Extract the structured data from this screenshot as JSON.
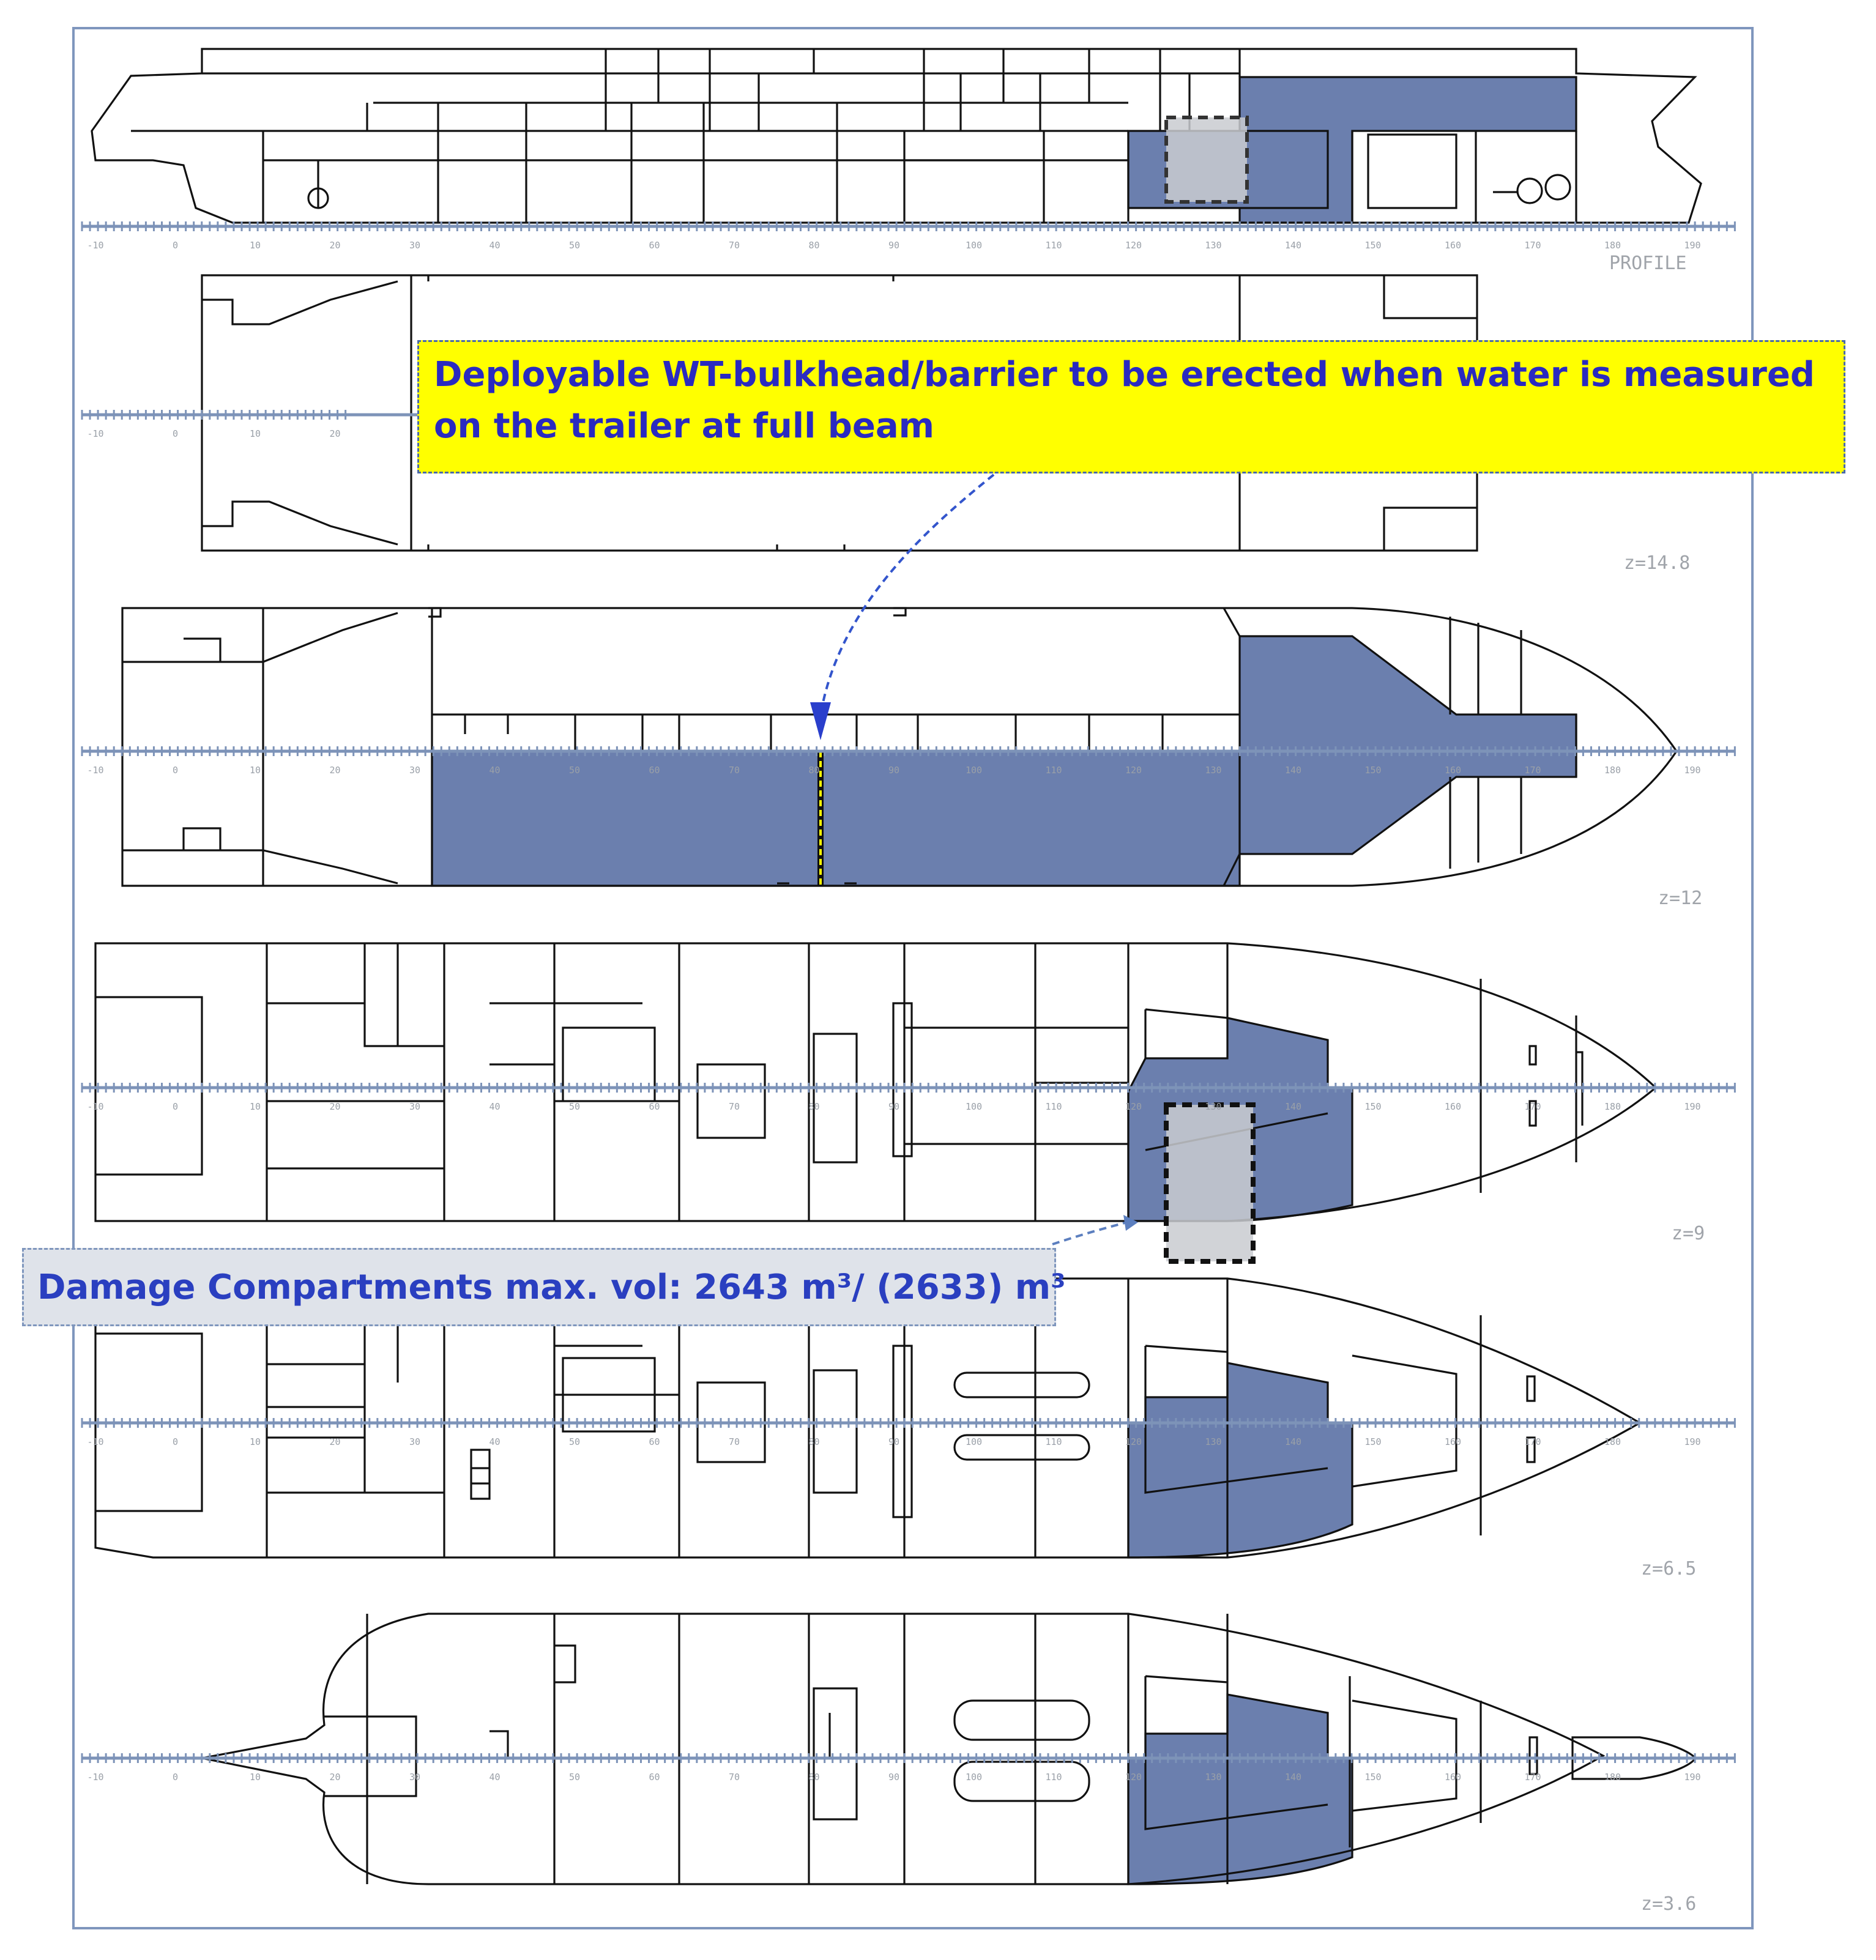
{
  "callouts": {
    "bulkhead_line1": "Deployable WT-bulkhead/barrier to be erected when water is measured",
    "bulkhead_line2": "on the trailer at full beam",
    "damage": "Damage Compartments max. vol: 2643 m³/ (2633) m³"
  },
  "views": [
    {
      "id": "profile",
      "label": "PROFILE"
    },
    {
      "id": "deck-14-8",
      "label": "z=14.8"
    },
    {
      "id": "deck-12",
      "label": "z=12"
    },
    {
      "id": "deck-9",
      "label": "z=9"
    },
    {
      "id": "deck-6-5",
      "label": "z=6.5"
    },
    {
      "id": "deck-3-6",
      "label": "z=3.6"
    }
  ],
  "frame_scale": [
    "-10",
    "0",
    "10",
    "20",
    "30",
    "40",
    "50",
    "60",
    "70",
    "80",
    "90",
    "100",
    "110",
    "120",
    "130",
    "140",
    "150",
    "160",
    "170",
    "180",
    "190"
  ],
  "colors": {
    "damage_compartment": "#6b7fae",
    "highlight_zone": "#c9cbd0",
    "callout_yellow": "#ffff00",
    "callout_text": "#2a2ac0",
    "scale": "#7d93b8"
  }
}
